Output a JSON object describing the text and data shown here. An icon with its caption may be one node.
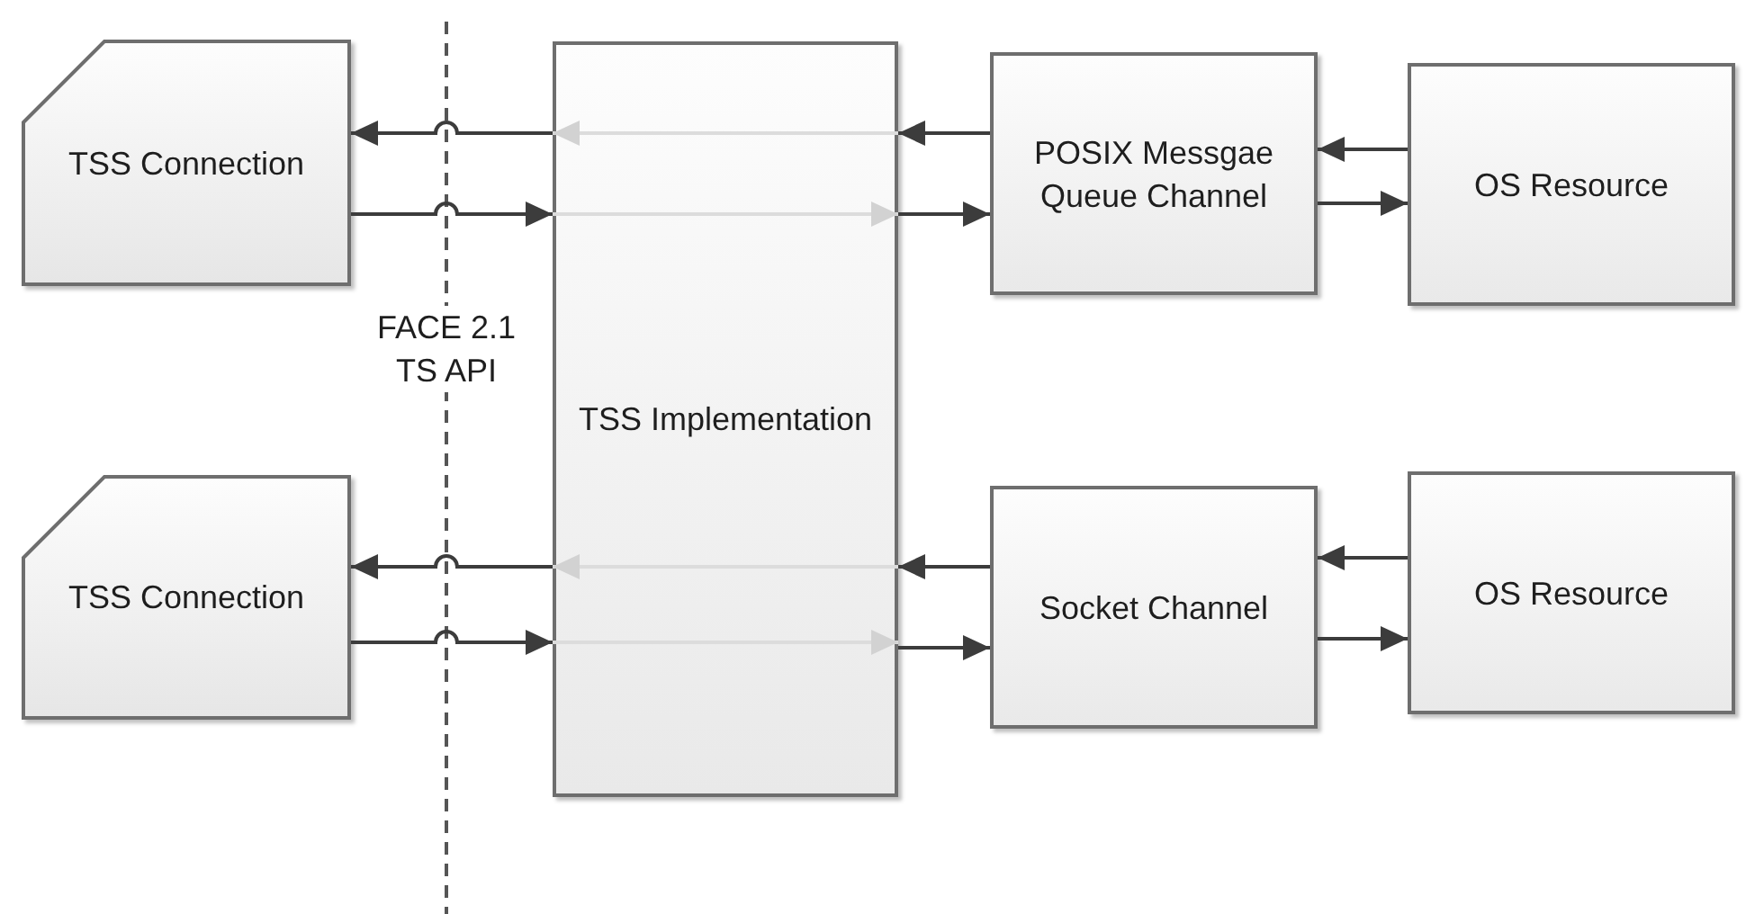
{
  "diagram": {
    "nodes": [
      {
        "text": [
          "TSS Connection"
        ]
      },
      {
        "text": [
          "TSS Connection"
        ]
      },
      {
        "text": [
          "TSS Implementation"
        ]
      },
      {
        "text": [
          "POSIX Messgae Queue Channel"
        ]
      },
      {
        "text": [
          "OS Resource"
        ]
      },
      {
        "text": [
          "Socket Channel"
        ]
      },
      {
        "text": [
          "OS Resource"
        ]
      }
    ],
    "edges": [
      {
        "from": 2,
        "to": 0,
        "arrow": "to"
      },
      {
        "from": 0,
        "to": 2,
        "arrow": "to"
      },
      {
        "from": 3,
        "to": 2,
        "arrow": "to"
      },
      {
        "from": 2,
        "to": 3,
        "arrow": "to"
      },
      {
        "from": 4,
        "to": 3,
        "arrow": "to"
      },
      {
        "from": 3,
        "to": 4,
        "arrow": "to"
      },
      {
        "from": 2,
        "to": 1,
        "arrow": "to"
      },
      {
        "from": 1,
        "to": 2,
        "arrow": "to"
      },
      {
        "from": 5,
        "to": 2,
        "arrow": "to"
      },
      {
        "from": 2,
        "to": 5,
        "arrow": "to"
      },
      {
        "from": 6,
        "to": 5,
        "arrow": "to"
      },
      {
        "from": 5,
        "to": 6,
        "arrow": "to"
      }
    ],
    "labels": [
      "FACE 2.1 TS API"
    ]
  }
}
